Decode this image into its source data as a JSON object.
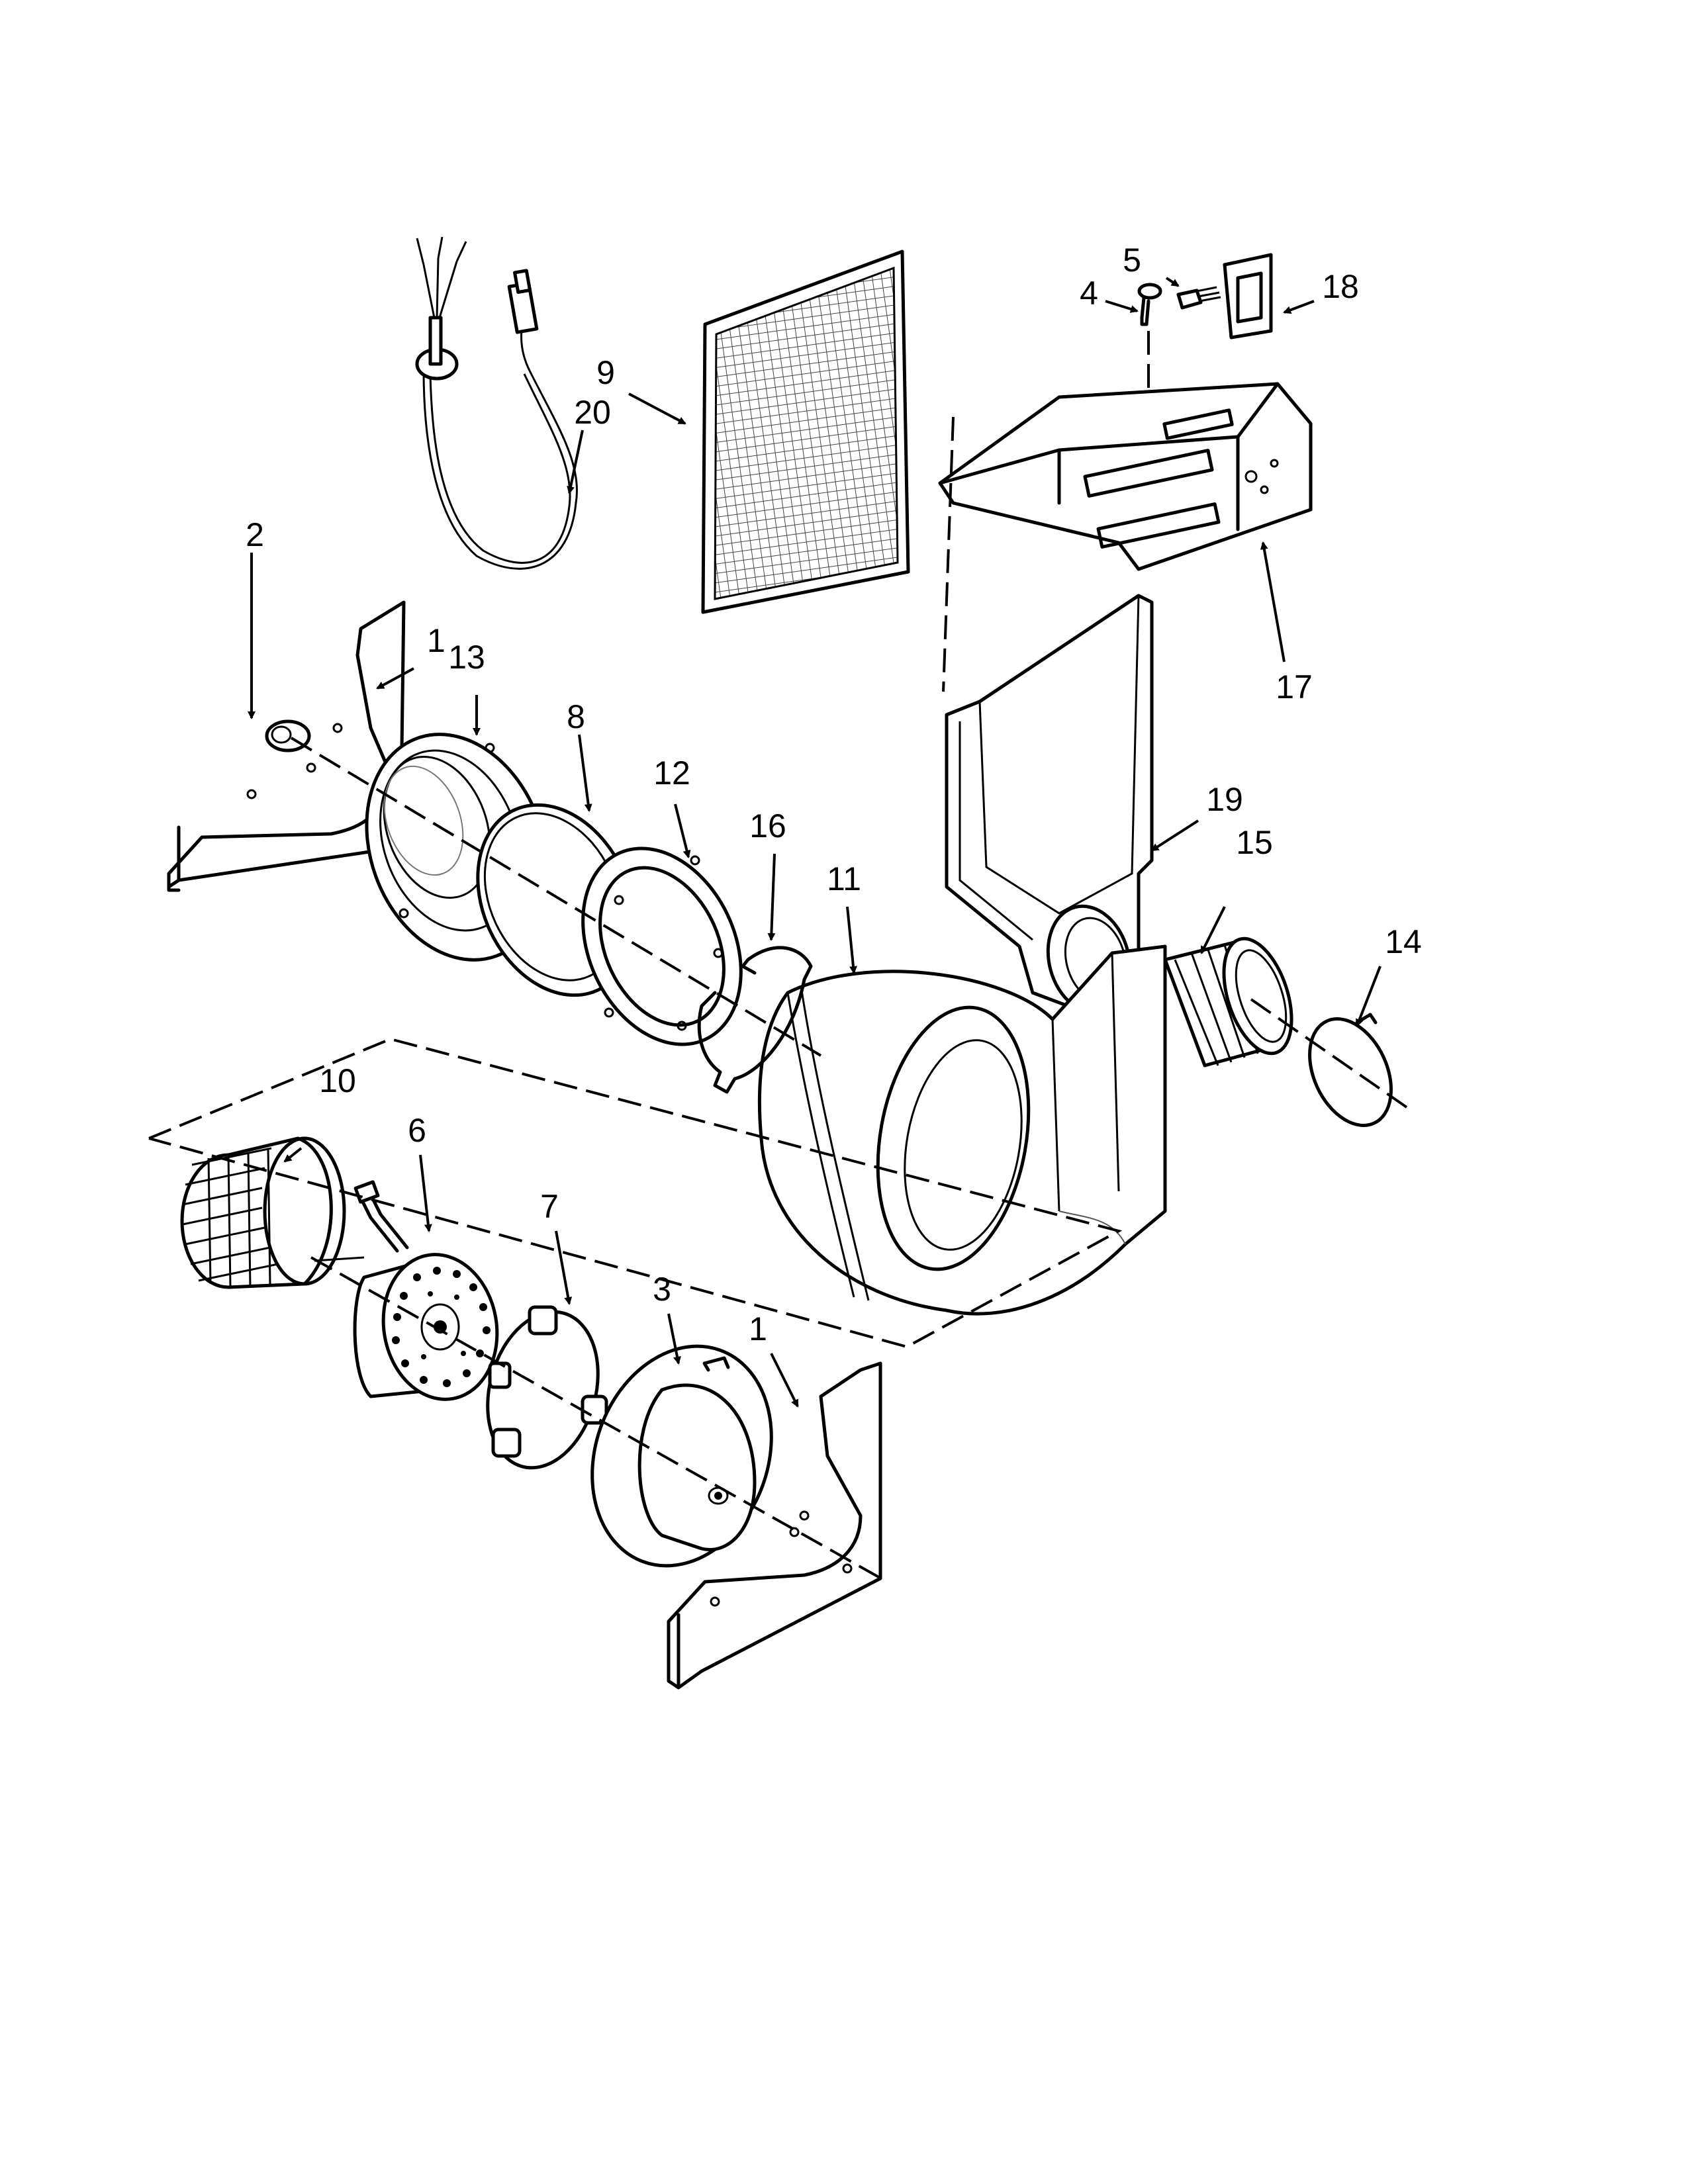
{
  "callouts": [
    {
      "id": "c1a",
      "text": "1"
    },
    {
      "id": "c1b",
      "text": "1"
    },
    {
      "id": "c2",
      "text": "2"
    },
    {
      "id": "c3",
      "text": "3"
    },
    {
      "id": "c4",
      "text": "4"
    },
    {
      "id": "c5",
      "text": "5"
    },
    {
      "id": "c6",
      "text": "6"
    },
    {
      "id": "c7",
      "text": "7"
    },
    {
      "id": "c8",
      "text": "8"
    },
    {
      "id": "c9",
      "text": "9"
    },
    {
      "id": "c10",
      "text": "10"
    },
    {
      "id": "c11",
      "text": "11"
    },
    {
      "id": "c12",
      "text": "12"
    },
    {
      "id": "c13",
      "text": "13"
    },
    {
      "id": "c14",
      "text": "14"
    },
    {
      "id": "c15",
      "text": "15"
    },
    {
      "id": "c16",
      "text": "16"
    },
    {
      "id": "c17",
      "text": "17"
    },
    {
      "id": "c18",
      "text": "18"
    },
    {
      "id": "c19",
      "text": "19"
    },
    {
      "id": "c20",
      "text": "20"
    }
  ]
}
